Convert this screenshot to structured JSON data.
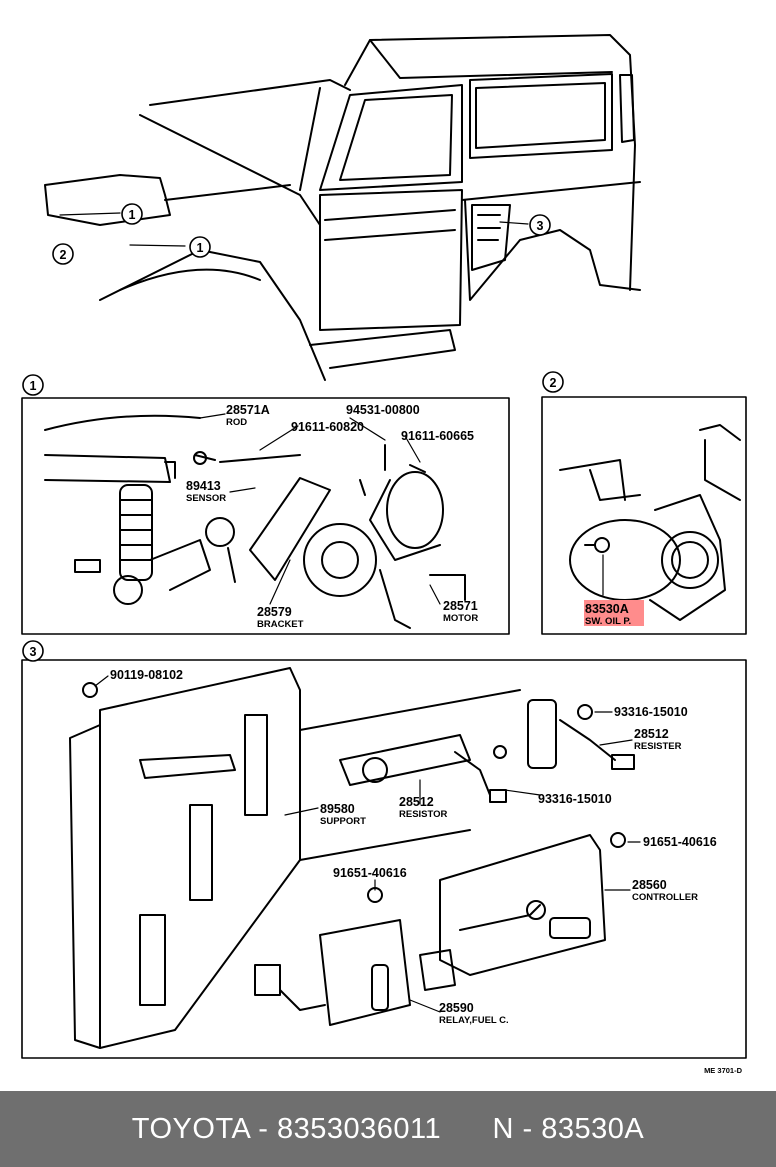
{
  "callouts": {
    "c1": "1",
    "c2": "2",
    "c3": "3"
  },
  "section1": {
    "rod": {
      "num": "28571A",
      "name": "ROD"
    },
    "bolt1": "91611-60820",
    "bolt2": "94531-00800",
    "bolt3": "91611-60665",
    "sensor": {
      "num": "89413",
      "name": "SENSOR"
    },
    "bracket": {
      "num": "28579",
      "name": "BRACKET"
    },
    "motor": {
      "num": "28571",
      "name": "MOTOR"
    }
  },
  "section2": {
    "switch": {
      "num": "83530A",
      "name": "SW. OIL P."
    },
    "highlight_color": "#ff8c8c"
  },
  "section3": {
    "bolt_a": "90119-08102",
    "resister_right": {
      "num": "28512",
      "name": "RESISTER"
    },
    "bolt_b": "93316-15010",
    "bolt_c": "93316-15010",
    "support": {
      "num": "89580",
      "name": "SUPPORT"
    },
    "resistor_center": {
      "num": "28512",
      "name": "RESISTOR"
    },
    "bolt_d": "91651-40616",
    "bolt_e": "91651-40616",
    "controller": {
      "num": "28560",
      "name": "CONTROLLER"
    },
    "relay": {
      "num": "28590",
      "name": "RELAY,FUEL C."
    }
  },
  "diagram_code": "ME 3701-D",
  "footer": {
    "text": "TOYOTA - 8353036011      N - 83530A",
    "background": "#6f6f6f"
  }
}
